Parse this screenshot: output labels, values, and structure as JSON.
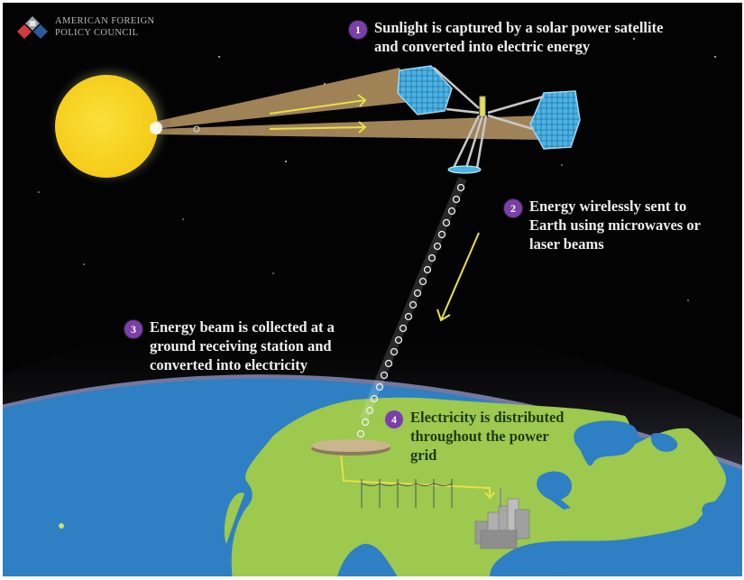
{
  "organization": {
    "name_line1": "AMERICAN FOREIGN",
    "name_line2": "POLICY COUNCIL"
  },
  "steps": [
    {
      "number": "1",
      "text_line1": "Sunlight is captured by a solar power satellite",
      "text_line2": "and converted into electric energy"
    },
    {
      "number": "2",
      "text_line1": "Energy wirelessly sent to",
      "text_line2": "Earth using microwaves or",
      "text_line3": "laser beams"
    },
    {
      "number": "3",
      "text_line1": "Energy beam is collected at a",
      "text_line2": "ground receiving station and",
      "text_line3": "converted into electricity"
    },
    {
      "number": "4",
      "text_line1": "Electricity is distributed",
      "text_line2": "throughout the power",
      "text_line3": "grid"
    }
  ],
  "illustration": {
    "elements": [
      "sun",
      "sunlight-beams",
      "solar-power-satellite",
      "microwave-beam",
      "ground-receiving-station",
      "power-lines",
      "city",
      "earth"
    ]
  },
  "colors": {
    "space": "#030303",
    "sun": "#f7d21e",
    "beam": "#a88a5c",
    "arrow": "#e8e04a",
    "panel": "#4ab4e6",
    "ocean": "#2e7fc4",
    "land": "#9cc94e",
    "badge": "#7a3fa8"
  }
}
